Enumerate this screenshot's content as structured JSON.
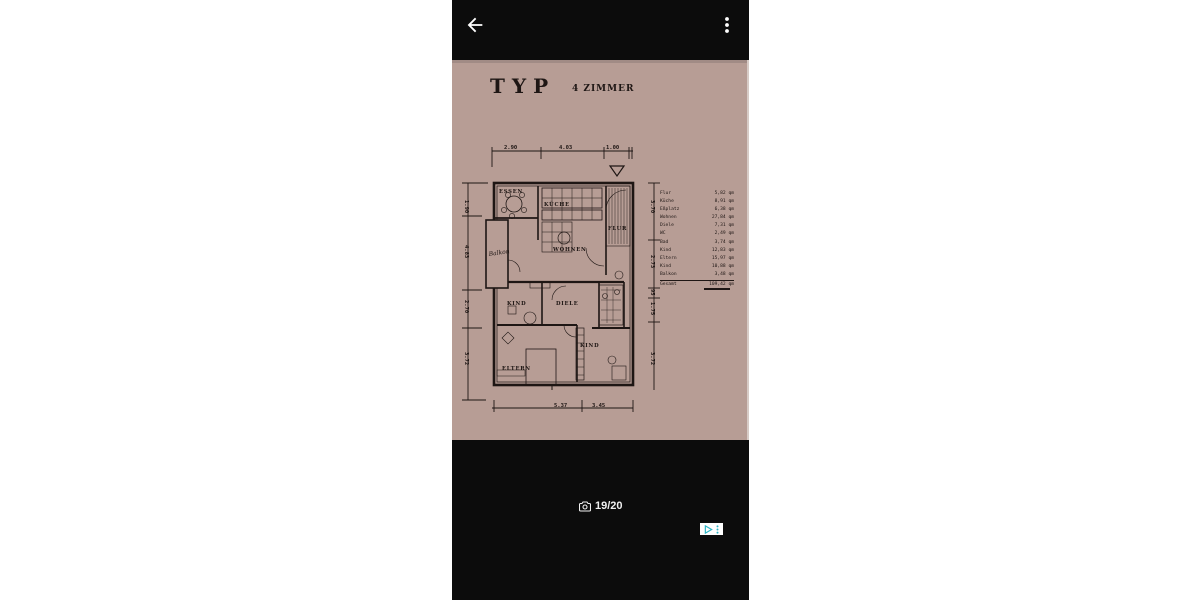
{
  "viewer": {
    "back_icon": "arrow-left-icon",
    "menu_icon": "more-vert-icon",
    "counter_icon": "camera-icon",
    "counter": "19/20",
    "ad_icon": "adchoices-play-icon",
    "ad_menu_icon": "more-vert-icon"
  },
  "photo": {
    "title": "TYP",
    "subtitle": "4 ZIMMER",
    "dimensions_top": [
      "2.90",
      "4.03",
      "1.00"
    ],
    "dimensions_bottom": [
      "5.37",
      "3.45"
    ],
    "dimensions_left": [
      "1.90",
      "4.83",
      "2.70",
      "3.72"
    ],
    "dimensions_right": [
      "3.70",
      "2.73",
      "95",
      "1.75",
      "3.72"
    ],
    "rooms": {
      "essen": "ESSEN",
      "kueche": "KÜCHE",
      "flur": "FLUR",
      "balkon": "Balkon",
      "wohnen": "WOHNEN",
      "kind1": "KIND",
      "diele": "DIELE",
      "kind2": "KIND",
      "eltern": "ELTERN"
    },
    "area_table": [
      {
        "room": "Flur",
        "area": "5,82 qm"
      },
      {
        "room": "Küche",
        "area": "8,91 qm"
      },
      {
        "room": "Eßplatz",
        "area": "6,38 qm"
      },
      {
        "room": "Wohnen",
        "area": "27,84 qm"
      },
      {
        "room": "Diele",
        "area": "7,31 qm"
      },
      {
        "room": "WC",
        "area": "2,49 qm"
      },
      {
        "room": "Bad",
        "area": "3,74 qm"
      },
      {
        "room": "Kind",
        "area": "12,83 qm"
      },
      {
        "room": "Eltern",
        "area": "15,97 qm"
      },
      {
        "room": "Kind",
        "area": "10,88 qm"
      },
      {
        "room": "Balkon",
        "area": "3,48 qm"
      }
    ],
    "area_total": {
      "room": "Gesamt",
      "area": "109,42 qm"
    }
  },
  "colors": {
    "phone_bg": "#0c0c0c",
    "paper": "#b79d95",
    "ink": "#1e1614",
    "ad_accent": "#2bb5c5"
  }
}
